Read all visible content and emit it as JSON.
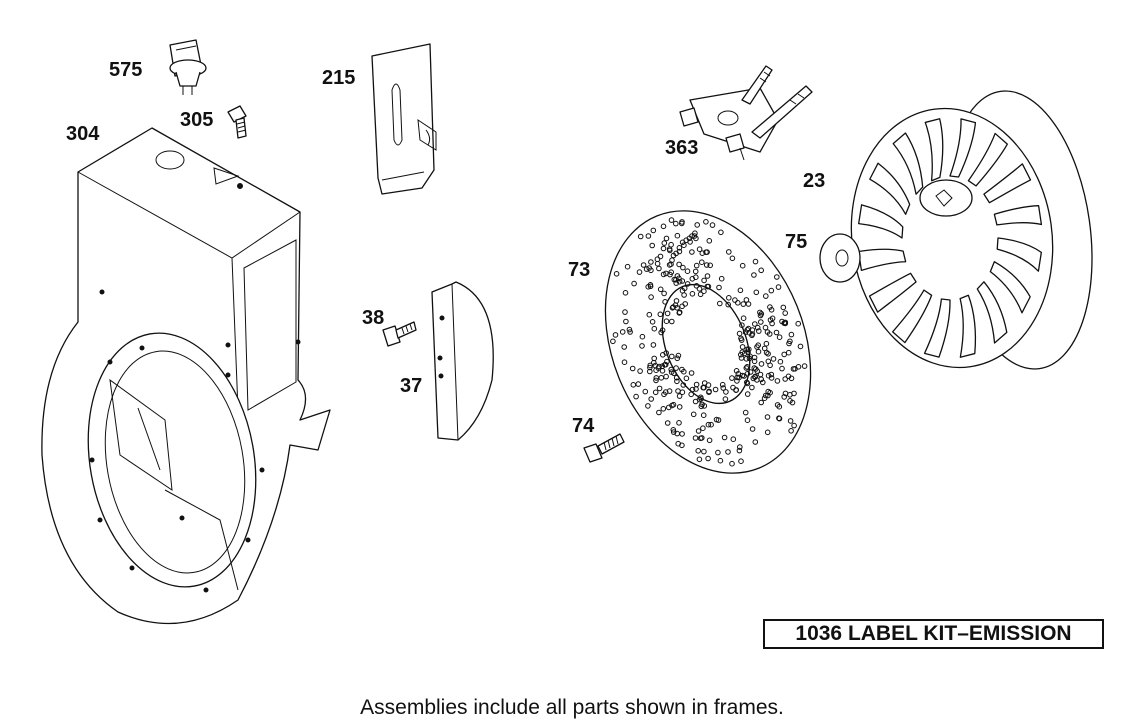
{
  "callouts": {
    "c575": "575",
    "c305": "305",
    "c304": "304",
    "c215": "215",
    "c38": "38",
    "c37": "37",
    "c363": "363",
    "c23": "23",
    "c75": "75",
    "c73": "73",
    "c74": "74"
  },
  "kit_label": "1036 LABEL KIT–EMISSION",
  "footnote": "Assemblies include all parts shown in frames.",
  "colors": {
    "ink": "#111111",
    "paper": "#ffffff"
  }
}
